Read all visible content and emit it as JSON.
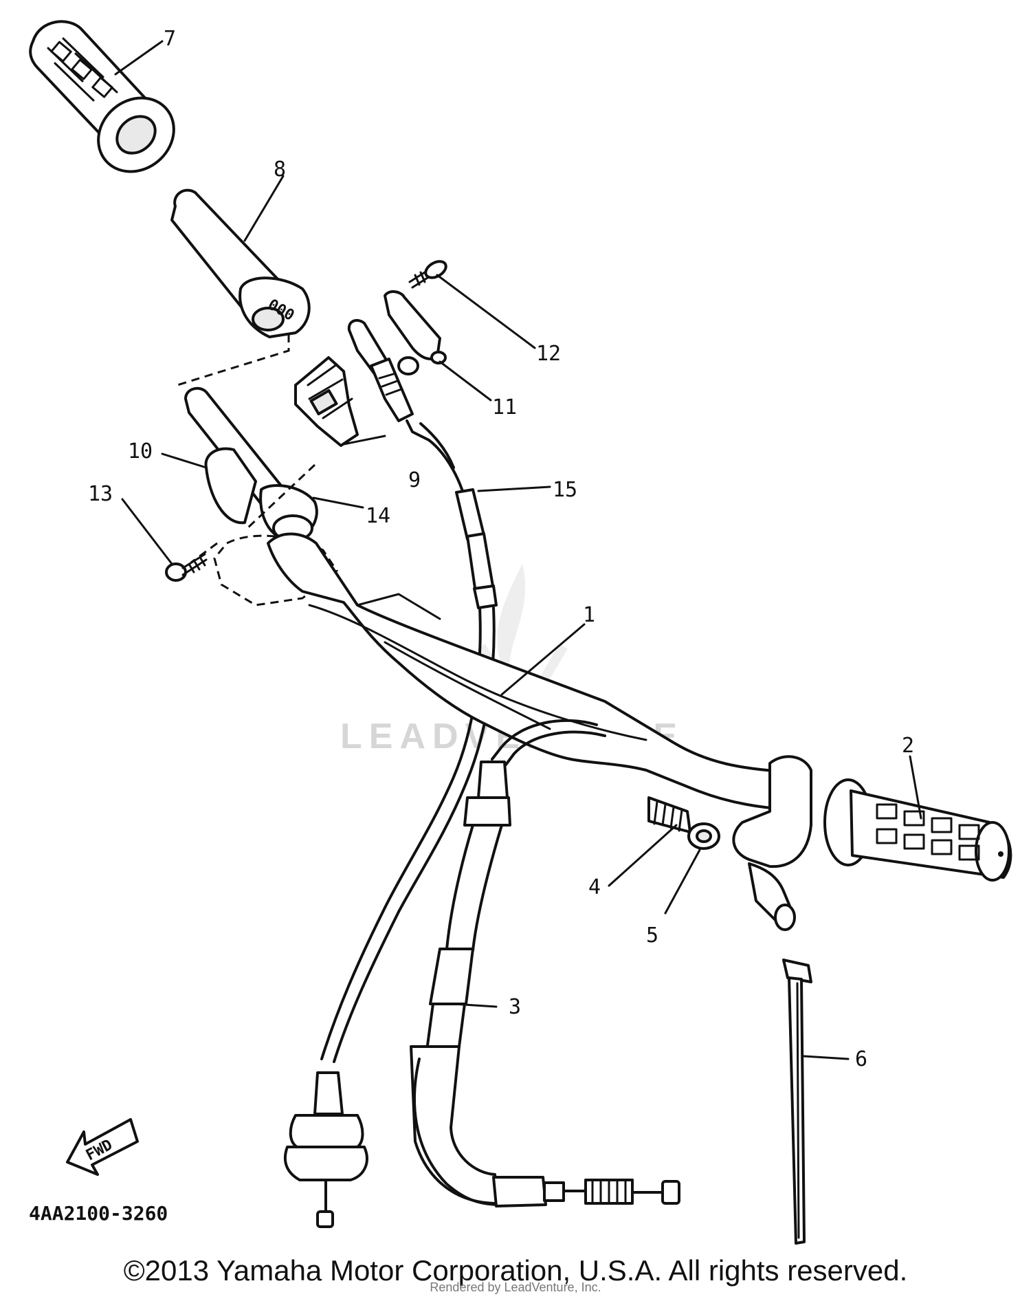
{
  "diagram": {
    "callouts": [
      {
        "id": "c1",
        "label": "1"
      },
      {
        "id": "c2",
        "label": "2"
      },
      {
        "id": "c3",
        "label": "3"
      },
      {
        "id": "c4",
        "label": "4"
      },
      {
        "id": "c5",
        "label": "5"
      },
      {
        "id": "c6",
        "label": "6"
      },
      {
        "id": "c7",
        "label": "7"
      },
      {
        "id": "c8",
        "label": "8"
      },
      {
        "id": "c9",
        "label": "9"
      },
      {
        "id": "c10",
        "label": "10"
      },
      {
        "id": "c11",
        "label": "11"
      },
      {
        "id": "c12",
        "label": "12"
      },
      {
        "id": "c13",
        "label": "13"
      },
      {
        "id": "c14",
        "label": "14"
      },
      {
        "id": "c15",
        "label": "15"
      }
    ],
    "part_code": "4AA2100-3260",
    "fwd_label": "FWD",
    "watermark": "LEADVENTURE"
  },
  "footer": {
    "copyright": "©2013 Yamaha Motor Corporation, U.S.A. All rights reserved.",
    "rendered_by": "Rendered by LeadVenture, Inc."
  }
}
